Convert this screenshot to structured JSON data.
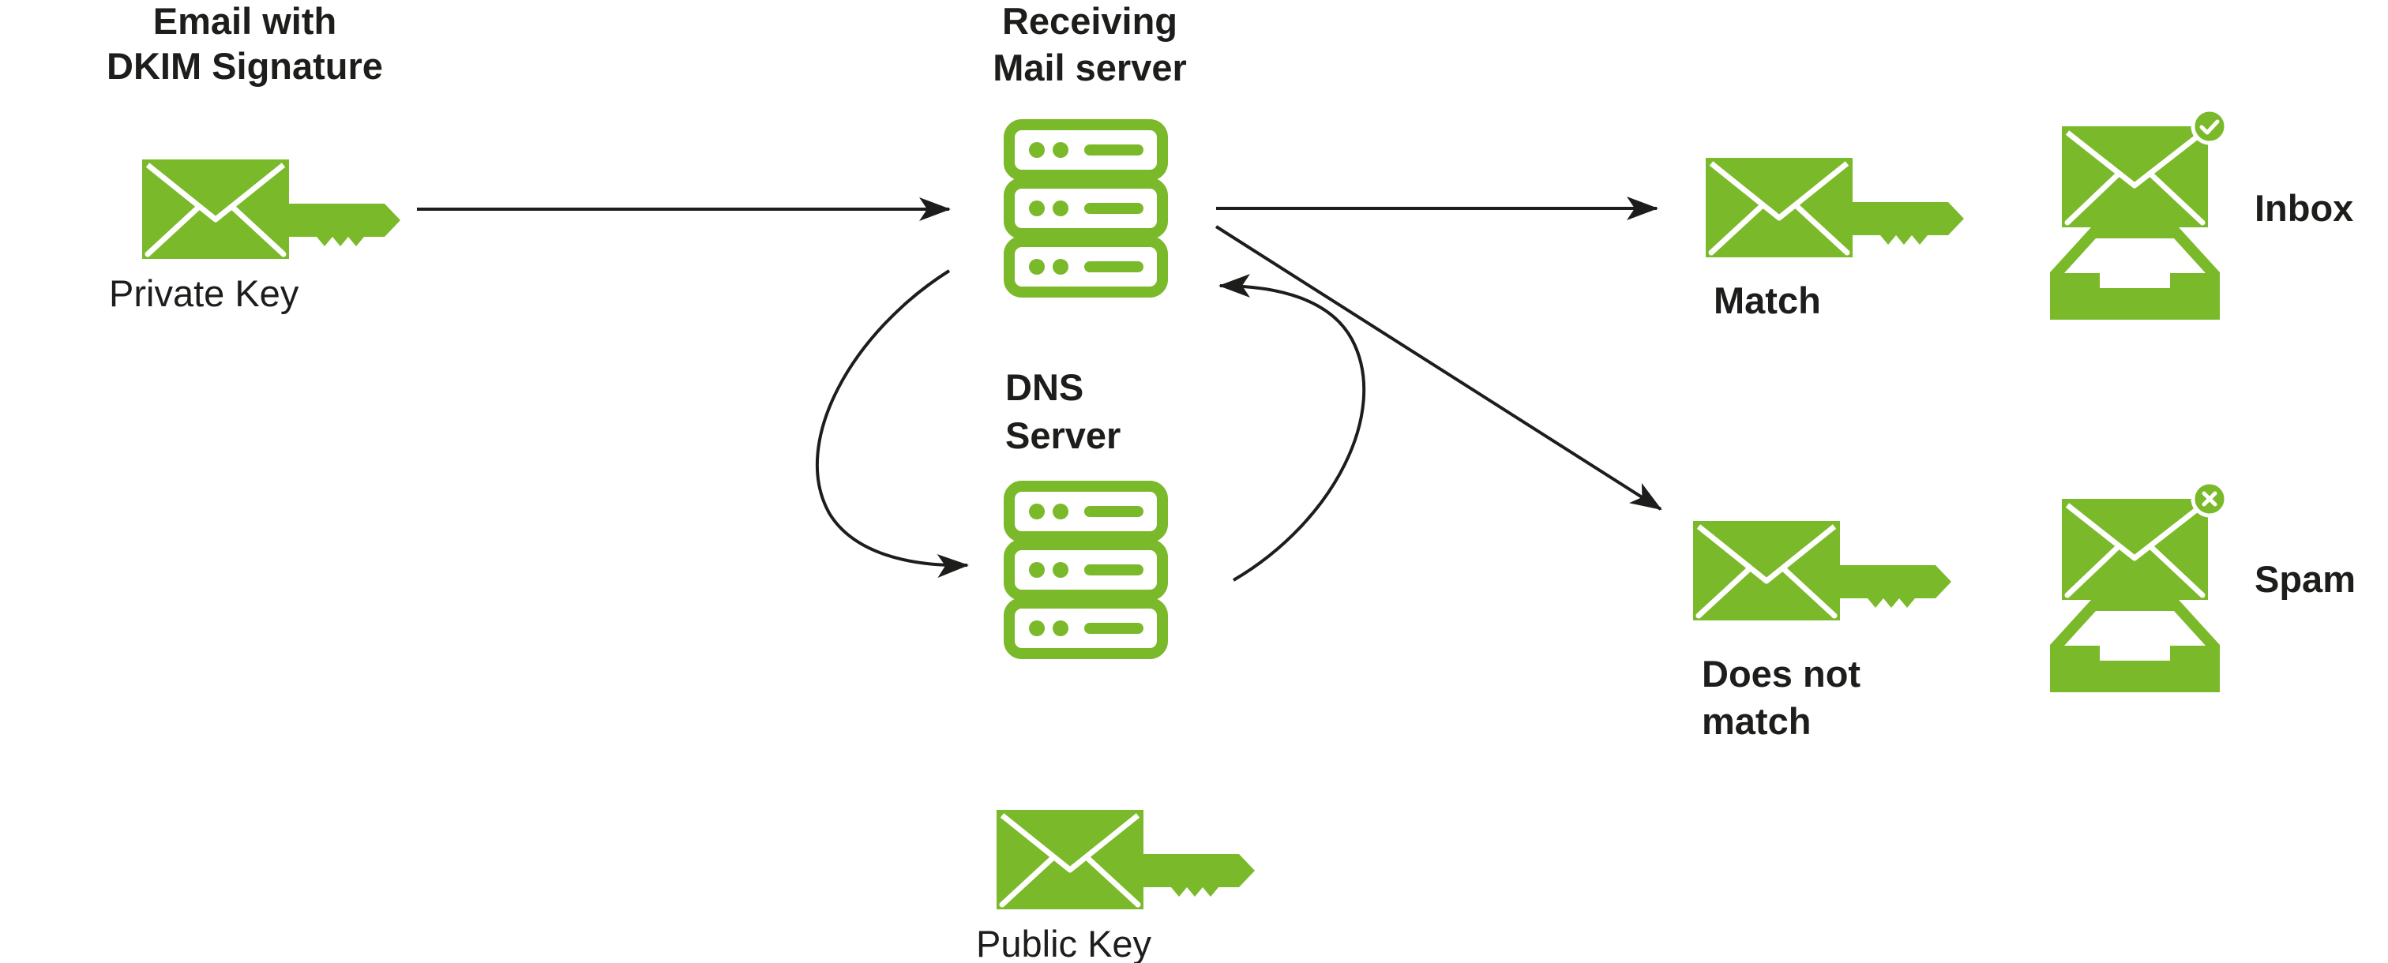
{
  "colors": {
    "accent": "#7ab929",
    "ink": "#1d1d1b",
    "background": "#ffffff"
  },
  "sender": {
    "title_line1": "Email with",
    "title_line2": "DKIM Signature",
    "key_label": "Private Key",
    "icon": "envelope-key-icon"
  },
  "receiving_server": {
    "title_line1": "Receiving",
    "title_line2": "Mail server",
    "icon": "server-icon"
  },
  "dns_server": {
    "title_line1": "DNS",
    "title_line2": "Server",
    "icon": "server-icon"
  },
  "public_key": {
    "label": "Public Key",
    "icon": "envelope-key-icon"
  },
  "match": {
    "label": "Match",
    "icon": "envelope-key-icon"
  },
  "no_match": {
    "label_line1": "Does not",
    "label_line2": "match",
    "icon": "envelope-key-icon"
  },
  "inbox": {
    "label": "Inbox",
    "icon": "inbox-check-icon"
  },
  "spam": {
    "label": "Spam",
    "icon": "inbox-x-icon"
  }
}
